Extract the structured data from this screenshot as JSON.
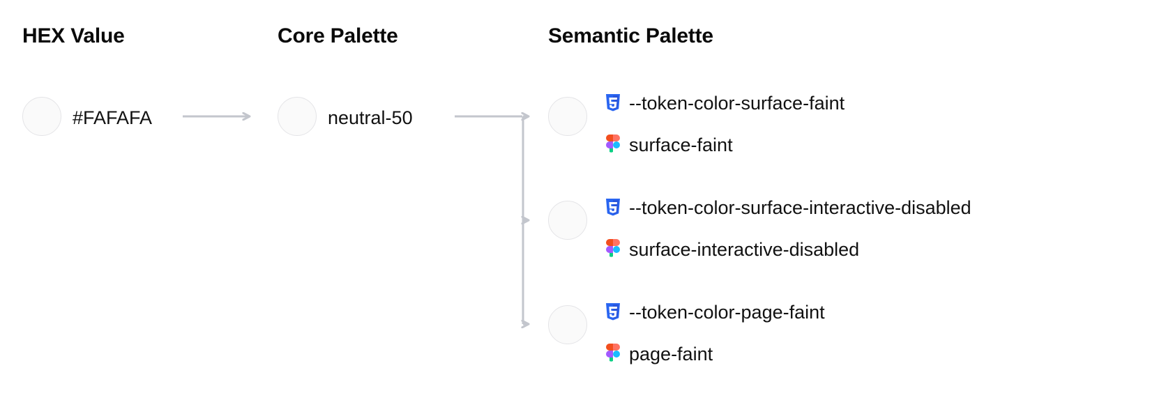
{
  "columns": {
    "hex": {
      "heading": "HEX Value"
    },
    "core": {
      "heading": "Core Palette"
    },
    "semantic": {
      "heading": "Semantic Palette"
    }
  },
  "hex": {
    "value": "#FAFAFA",
    "swatch_color": "#FAFAFA"
  },
  "core": {
    "value": "neutral-50",
    "swatch_color": "#FAFAFA"
  },
  "semantic": {
    "tokens": [
      {
        "swatch_color": "#FAFAFA",
        "css_icon": "css3-icon",
        "css_name": "--token-color-surface-faint",
        "figma_icon": "figma-icon",
        "figma_name": "surface-faint"
      },
      {
        "swatch_color": "#FAFAFA",
        "css_icon": "css3-icon",
        "css_name": "--token-color-surface-interactive-disabled",
        "figma_icon": "figma-icon",
        "figma_name": "surface-interactive-disabled"
      },
      {
        "swatch_color": "#FAFAFA",
        "css_icon": "css3-icon",
        "css_name": "--token-color-page-faint",
        "figma_icon": "figma-icon",
        "figma_name": "page-faint"
      }
    ]
  },
  "connectors": {
    "arrow_color": "#C3C6CD",
    "arrow_icon": "arrow-right-icon",
    "count": 4
  },
  "theme": {
    "background": "#FFFFFF",
    "text_color": "#111111",
    "heading_color": "#0A0A0A",
    "swatch_border": "#E4E4E7",
    "css_blue": "#2965F1",
    "css_blue_light": "#2D53E0",
    "figma_orange": "#F24E1E",
    "figma_red": "#FF7262",
    "figma_purple": "#A259FF",
    "figma_blue": "#1ABCFE",
    "figma_green": "#0ACF83"
  }
}
